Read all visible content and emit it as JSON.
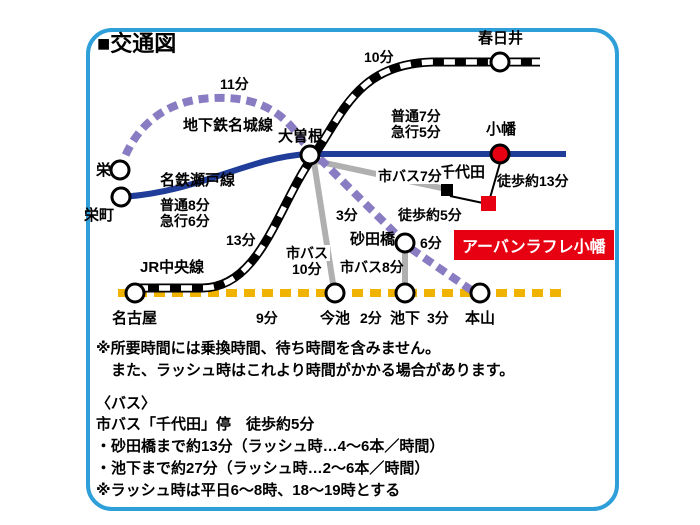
{
  "title": "■交通図",
  "map": {
    "line_labels": {
      "meijo": "地下鉄名城線",
      "seto": "名鉄瀬戸線",
      "jr": "JR中央線"
    },
    "stations": {
      "kasugai": "春日井",
      "ozone": "大曽根",
      "obata": "小幡",
      "sakae": "栄",
      "sakaemachi": "栄町",
      "chiyoda": "千代田",
      "sunadabashi": "砂田橋",
      "nagoya": "名古屋",
      "imaike": "今池",
      "ikeshita": "池下",
      "motoyama": "本山"
    },
    "times": {
      "jr_ozone_kasugai": "10分",
      "jr_nagoya_ozone": "13分",
      "meijo_sakae_ozone": "11分",
      "meijo_ozone_sunadabashi": "3分",
      "meijo_sunadabashi_motoyama": "6分",
      "seto_local7": "普通7分",
      "seto_express5": "急行5分",
      "seto_local8": "普通8分",
      "seto_express6": "急行6分",
      "bus_chiyoda": "市バス7分",
      "bus_ozone_imaike_1": "市バス",
      "bus_ozone_imaike_2": "10分",
      "bus_sunadabashi_ikeshita": "市バス8分",
      "walk_obata": "徒歩約13分",
      "walk_chiyoda": "徒歩約5分",
      "higashiyama_nagoya_imaike": "9分",
      "higashiyama_imaike_ikeshita": "2分",
      "higashiyama_ikeshita_motoyama": "3分"
    },
    "property": "アーバンラフレ小幡"
  },
  "notes": {
    "line1": "※所要時間には乗換時間、待ち時間を含みません。",
    "line2": "　また、ラッシュ時はこれより時間がかかる場合があります。",
    "bus_header": "〈バス〉",
    "bus_stop": "市バス「千代田」停　徒歩約5分",
    "bus_route1": "・砂田橋まで約13分（ラッシュ時…4～6本／時間）",
    "bus_route2": "・池下まで約27分（ラッシュ時…2～6本／時間）",
    "bus_rush": "※ラッシュ時は平日6～8時、18～19時とする"
  },
  "colors": {
    "frame_border": "#2e9fd9",
    "meijo_line": "#8a7cc2",
    "seto_line": "#1f3d99",
    "higashiyama_line": "#f0b400",
    "jr_line": "#000000",
    "bus_line": "#b0b0b0",
    "accent_red": "#e60012"
  }
}
